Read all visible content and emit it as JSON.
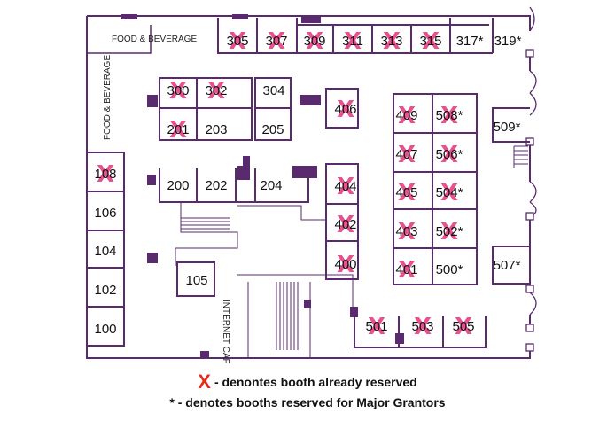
{
  "labels": {
    "food_top": "FOOD & BEVERAGE",
    "food_left": "FOOD & BEVERAGE",
    "internet_cafe": "INTERNET CAFE"
  },
  "legend": {
    "x_symbol": "X",
    "x_text": "- denontes booth already reserved",
    "star_text": "* - denotes booths reserved for Major Grantors"
  },
  "colors": {
    "wall": "#5a2a6e",
    "reserved_x": "#e8508f",
    "legend_x": "#e32a1c"
  },
  "booths": [
    {
      "id": "305",
      "reserved": true
    },
    {
      "id": "307",
      "reserved": true
    },
    {
      "id": "309",
      "reserved": true
    },
    {
      "id": "311",
      "reserved": true
    },
    {
      "id": "313",
      "reserved": true
    },
    {
      "id": "315",
      "reserved": true
    },
    {
      "id": "317*",
      "reserved": false
    },
    {
      "id": "319*",
      "reserved": false
    },
    {
      "id": "300",
      "reserved": true
    },
    {
      "id": "302",
      "reserved": true
    },
    {
      "id": "304",
      "reserved": false
    },
    {
      "id": "201",
      "reserved": true
    },
    {
      "id": "203",
      "reserved": false
    },
    {
      "id": "205",
      "reserved": false
    },
    {
      "id": "406",
      "reserved": true
    },
    {
      "id": "409",
      "reserved": true
    },
    {
      "id": "508*",
      "reserved": true
    },
    {
      "id": "407",
      "reserved": true
    },
    {
      "id": "506*",
      "reserved": true
    },
    {
      "id": "405",
      "reserved": true
    },
    {
      "id": "504*",
      "reserved": true
    },
    {
      "id": "403",
      "reserved": true
    },
    {
      "id": "502*",
      "reserved": true
    },
    {
      "id": "401",
      "reserved": true
    },
    {
      "id": "500*",
      "reserved": false
    },
    {
      "id": "509*",
      "reserved": false
    },
    {
      "id": "507*",
      "reserved": false
    },
    {
      "id": "200",
      "reserved": false
    },
    {
      "id": "202",
      "reserved": false
    },
    {
      "id": "204",
      "reserved": false
    },
    {
      "id": "404",
      "reserved": true
    },
    {
      "id": "402",
      "reserved": true
    },
    {
      "id": "400",
      "reserved": true
    },
    {
      "id": "108",
      "reserved": true
    },
    {
      "id": "106",
      "reserved": false
    },
    {
      "id": "104",
      "reserved": false
    },
    {
      "id": "102",
      "reserved": false
    },
    {
      "id": "100",
      "reserved": false
    },
    {
      "id": "105",
      "reserved": false
    },
    {
      "id": "501",
      "reserved": true
    },
    {
      "id": "503",
      "reserved": true
    },
    {
      "id": "505",
      "reserved": true
    }
  ]
}
